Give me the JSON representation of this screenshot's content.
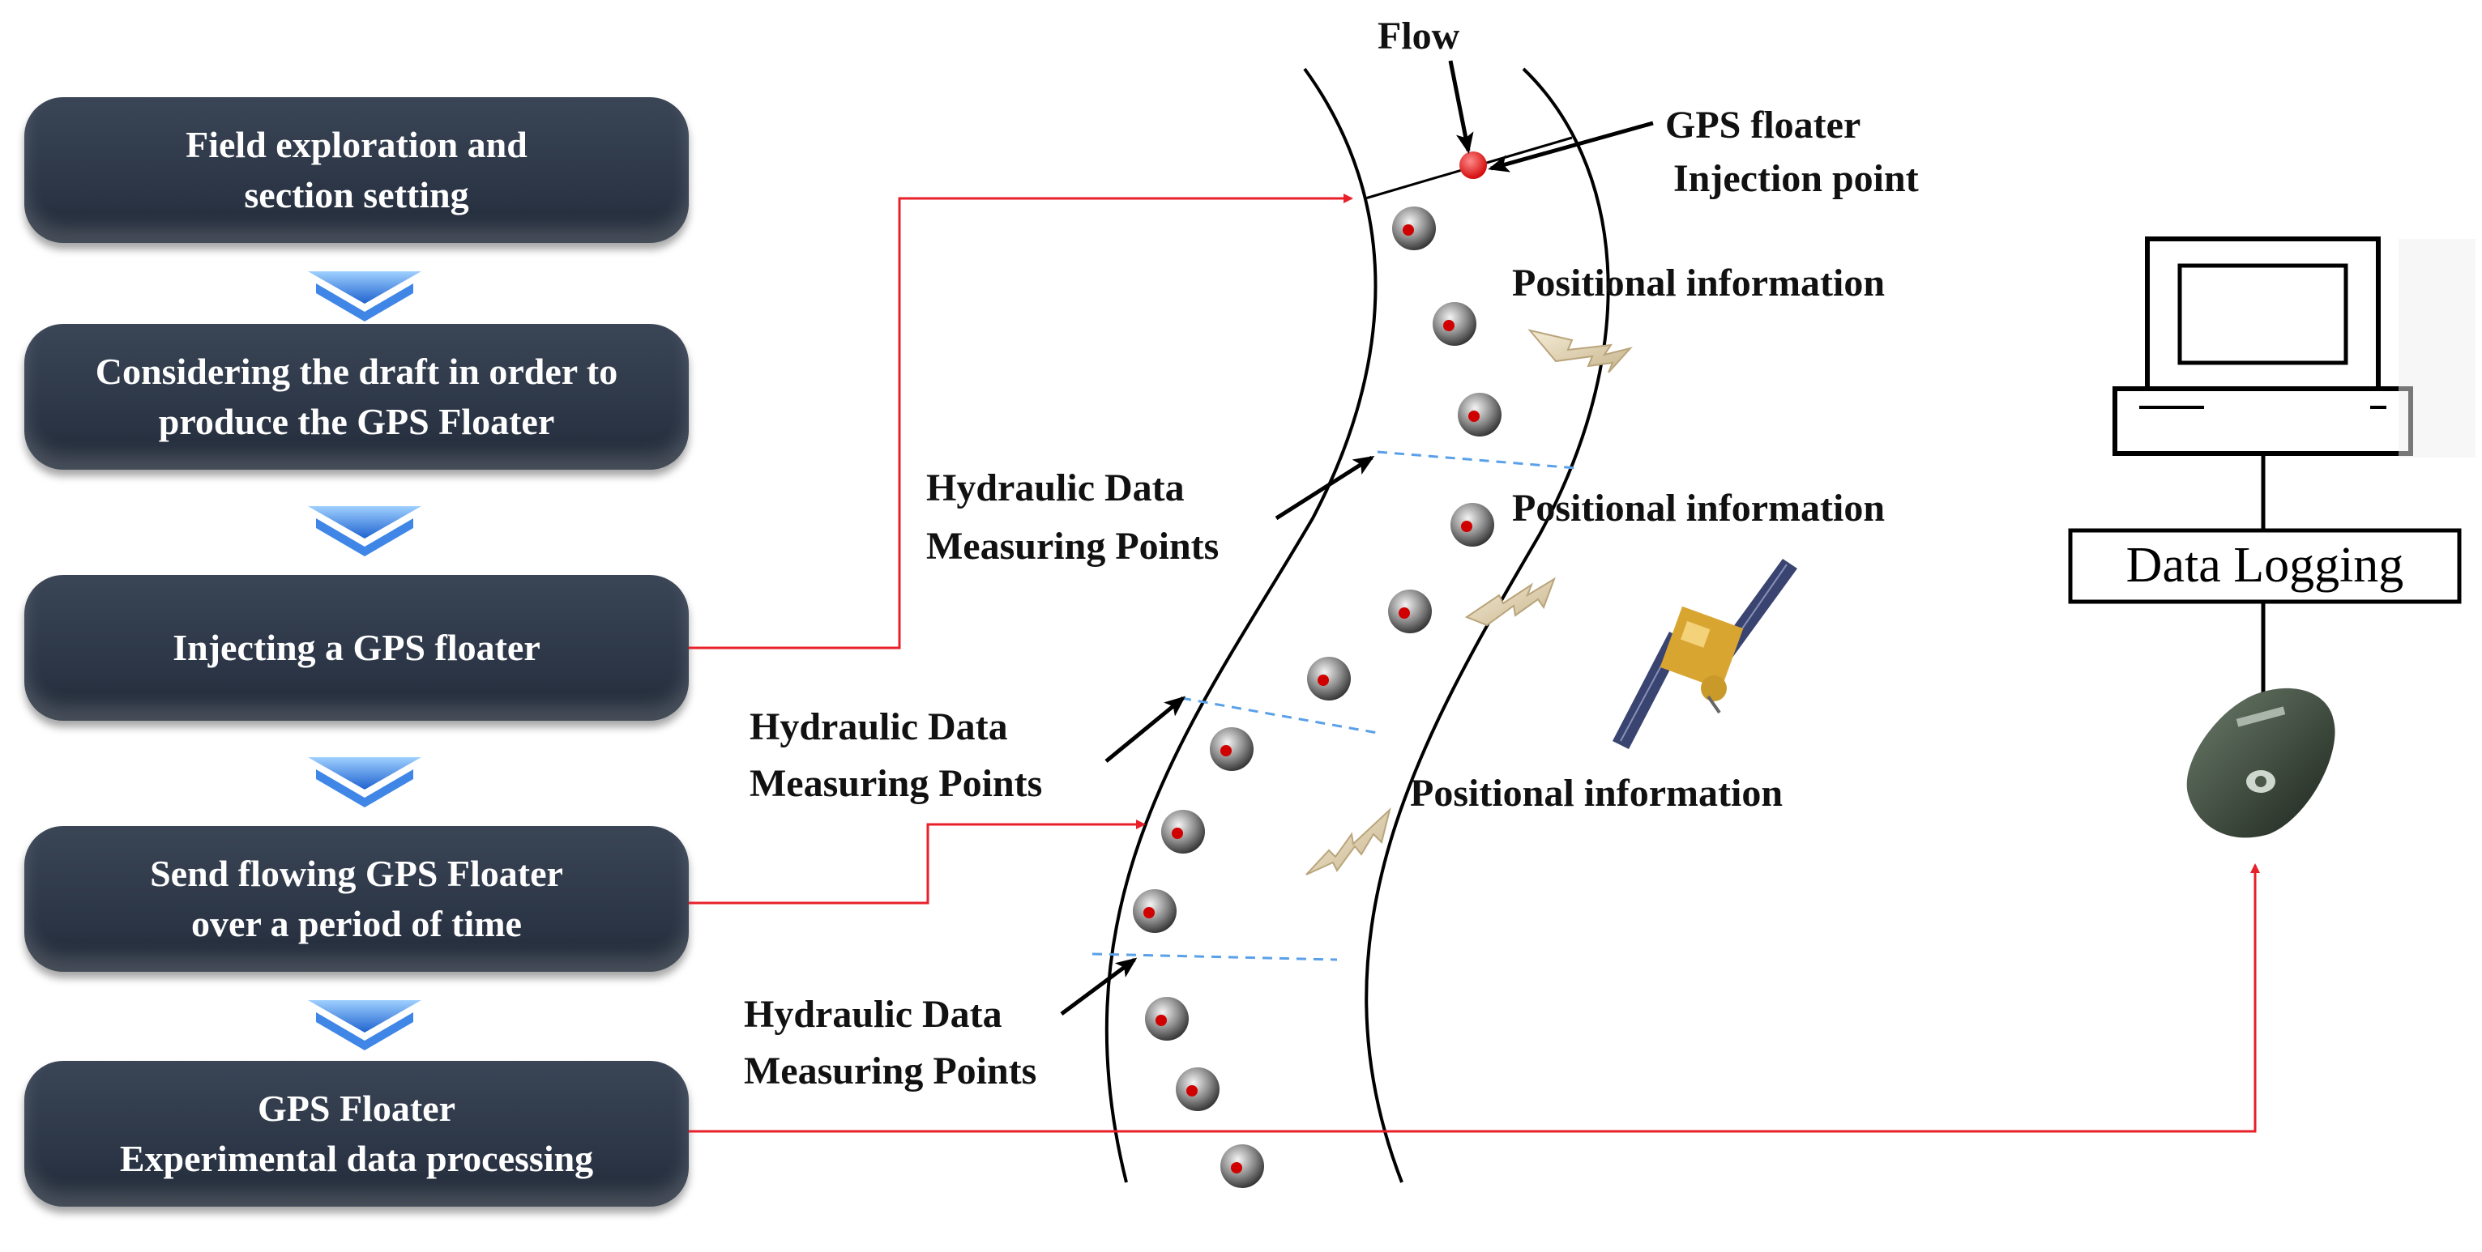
{
  "steps": [
    {
      "line1": "Field exploration and",
      "line2": "section setting"
    },
    {
      "line1": "Considering the draft in order to",
      "line2": "produce the GPS Floater"
    },
    {
      "line1": "Injecting a GPS floater",
      "line2": ""
    },
    {
      "line1": "Send flowing GPS Floater",
      "line2": "over a period of time"
    },
    {
      "line1": "GPS Floater",
      "line2": "Experimental data processing"
    }
  ],
  "labels": {
    "flow": "Flow",
    "gps_injection_1": "GPS floater",
    "gps_injection_2": "Injection point",
    "positional_1": "Positional information",
    "positional_2": "Positional information",
    "positional_3": "Positional information",
    "hyd_a1": "Hydraulic Data",
    "hyd_a2": "Measuring Points",
    "hyd_b1": "Hydraulic Data",
    "hyd_b2": "Measuring Points",
    "hyd_c1": "Hydraulic Data",
    "hyd_c2": "Measuring Points",
    "data_logging": "Data Logging"
  },
  "colors": {
    "step_bg": "#2a3444",
    "connector": "#e8202a",
    "arrow_blue": "#2f78e0",
    "section_line": "#5aa0e8"
  }
}
